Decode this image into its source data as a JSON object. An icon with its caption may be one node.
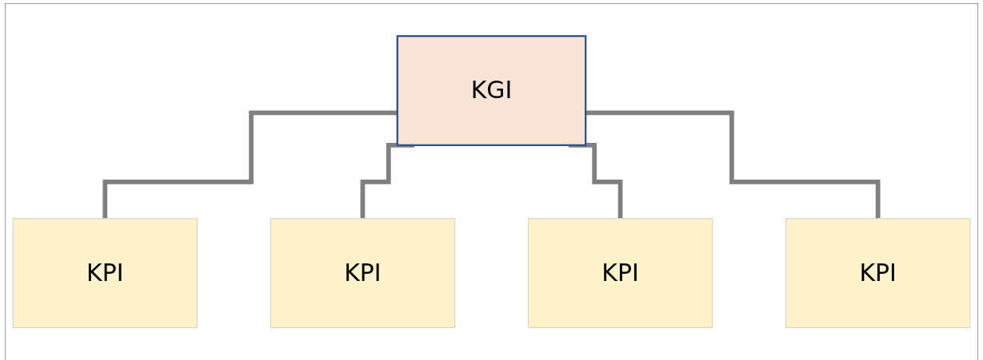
{
  "diagram": {
    "nodes": [
      {
        "text": [
          "KGI"
        ]
      },
      {
        "text": [
          "KPI"
        ]
      },
      {
        "text": [
          "KPI"
        ]
      },
      {
        "text": [
          "KPI"
        ]
      },
      {
        "text": [
          "KPI"
        ]
      }
    ],
    "edges": [
      {
        "from": 0,
        "to": 1,
        "arrow": "none"
      },
      {
        "from": 0,
        "to": 2,
        "arrow": "none"
      },
      {
        "from": 0,
        "to": 3,
        "arrow": "none"
      },
      {
        "from": 0,
        "to": 4,
        "arrow": "none"
      }
    ]
  }
}
